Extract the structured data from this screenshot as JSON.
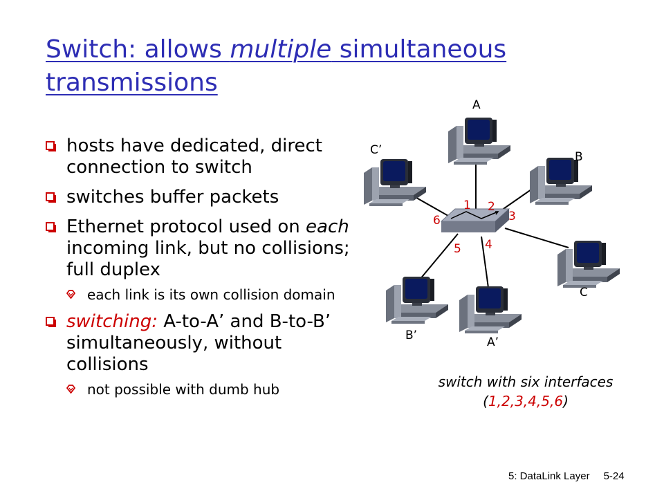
{
  "title": {
    "part1": "Switch:  allows ",
    "emphasis": "multiple",
    "part2": " simultaneous transmissions"
  },
  "bullets": {
    "b1": "hosts have dedicated, direct connection to switch",
    "b2": "switches buffer packets",
    "b3_part1": "Ethernet protocol used on ",
    "b3_emph": "each",
    "b3_part2": " incoming link, but no collisions; full duplex",
    "b3_sub1": "each link is its own collision domain",
    "b4_emph": "switching:",
    "b4_rest": " A-to-A’ and B-to-B’ simultaneously, without collisions",
    "b4_sub1": "not possible with dumb hub"
  },
  "diagram": {
    "hosts": {
      "A": "A",
      "B": "B",
      "C": "C",
      "A_prime": "A’",
      "B_prime": "B’",
      "C_prime": "C’"
    },
    "interfaces": {
      "i1": "1",
      "i2": "2",
      "i3": "3",
      "i4": "4",
      "i5": "5",
      "i6": "6"
    },
    "caption_line1": "switch with six interfaces",
    "caption_open": "(",
    "caption_nums": "1,2,3,4,5,6",
    "caption_close": ")"
  },
  "footer": {
    "chapter": "5: DataLink Layer",
    "page": "5-24"
  },
  "colors": {
    "title": "#2d2db4",
    "bullet_box": "#cc0000",
    "accent": "#cc0000",
    "switch": "#a7adbd",
    "screen": "#0a1a5e"
  }
}
